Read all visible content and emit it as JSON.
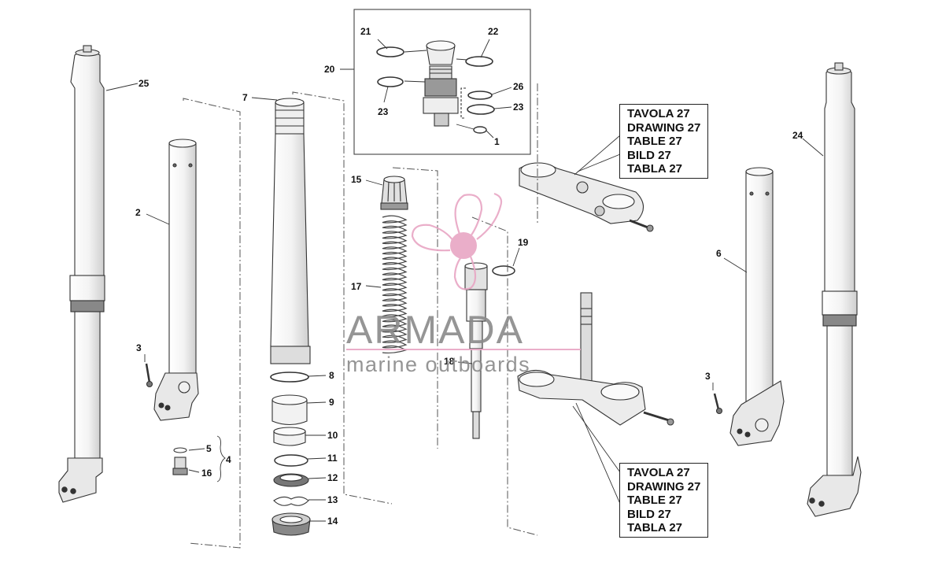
{
  "callouts": [
    {
      "lines": [
        "TAVOLA 27",
        "DRAWING 27",
        "TABLE 27",
        "BILD 27",
        "TABLA 27"
      ]
    },
    {
      "lines": [
        "TAVOLA 27",
        "DRAWING 27",
        "TABLE 27",
        "BILD 27",
        "TABLA 27"
      ]
    }
  ],
  "parts": {
    "p1": "1",
    "p2": "2",
    "p3a": "3",
    "p3b": "3",
    "p4": "4",
    "p5": "5",
    "p6": "6",
    "p7": "7",
    "p8": "8",
    "p9": "9",
    "p10": "10",
    "p11": "11",
    "p12": "12",
    "p13": "13",
    "p14": "14",
    "p15": "15",
    "p16": "16",
    "p17": "17",
    "p18": "18",
    "p19": "19",
    "p20": "20",
    "p21": "21",
    "p22": "22",
    "p23a": "23",
    "p23b": "23",
    "p24": "24",
    "p25": "25",
    "p26": "26"
  },
  "watermark": {
    "title": "ARMADA",
    "subtitle": "marine outboards",
    "color": "#e8a6c4"
  }
}
